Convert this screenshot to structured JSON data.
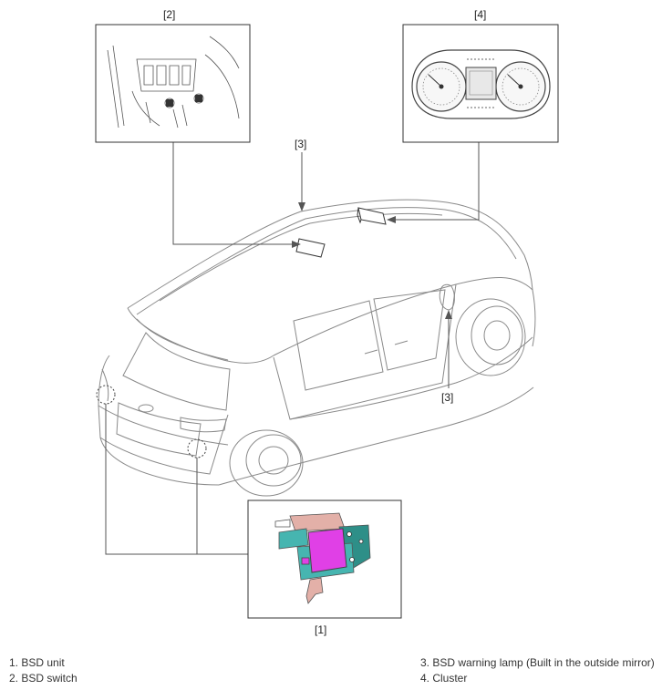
{
  "callouts": {
    "bsd_unit": "[1]",
    "bsd_switch": "[2]",
    "warning_lamp_roof": "[3]",
    "warning_lamp_mirror": "[3]",
    "cluster": "[4]"
  },
  "legend": {
    "item1": "1. BSD unit",
    "item2": "2. BSD switch",
    "item3": "3. BSD warning lamp (Built in the outside mirror)",
    "item4": "4. Cluster"
  },
  "colors": {
    "unit_body": "#e040e6",
    "unit_bracket": "#46b5b0",
    "unit_bracket_dark": "#2e8f88",
    "unit_bracket_top": "#e3b0a8",
    "line": "#555555"
  }
}
